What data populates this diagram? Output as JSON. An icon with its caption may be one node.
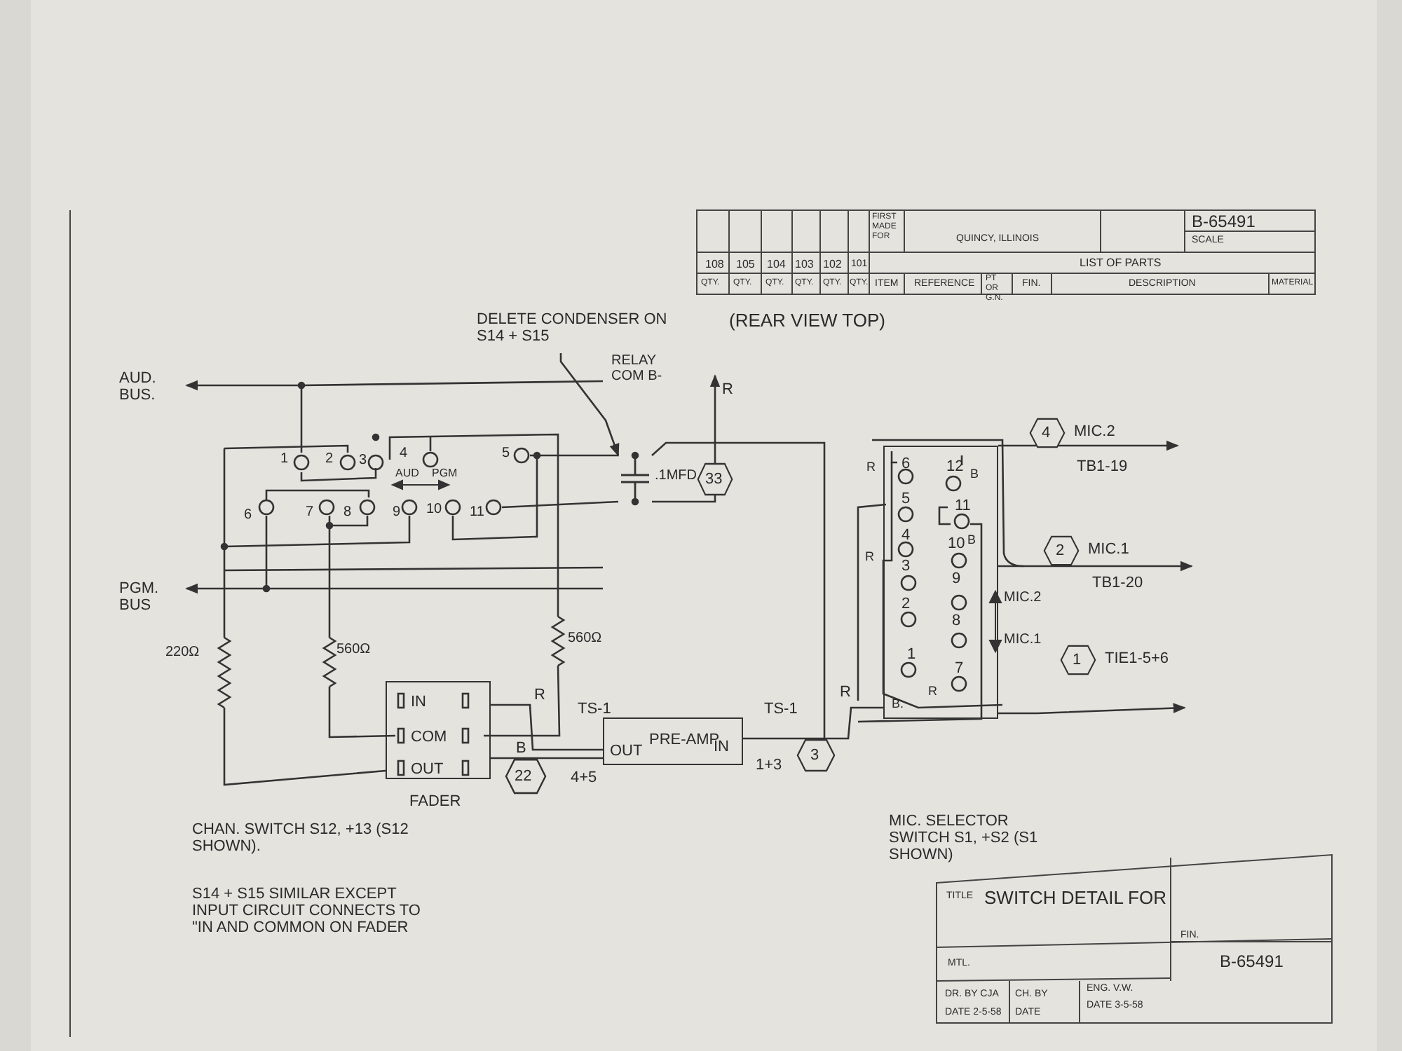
{
  "diagram": {
    "title": "SWITCH DETAIL FOR",
    "nodes": [
      {
        "text": [
          "AUD. BUS."
        ]
      },
      {
        "text": [
          "PGM. BUS"
        ]
      },
      {
        "text": [
          "DELETE CONDENSER ON S14 + S15"
        ]
      },
      {
        "text": [],
        "shape": "picture"
      },
      {
        "text": [
          "33"
        ]
      },
      {
        "text": [
          "IN",
          "COM",
          "OUT"
        ],
        "beside": [
          "FADER"
        ]
      },
      {
        "text": [
          "22"
        ]
      },
      {
        "text": [
          "OUT",
          "PRE-AMP",
          "IN"
        ],
        "beside": [
          "TS-1",
          "4+5",
          "TS-1",
          "1+3"
        ]
      },
      {
        "text": [
          "3"
        ]
      },
      {
        "text": [
          "6",
          "12",
          "5",
          "11",
          "4",
          "10",
          "3",
          "9",
          "2",
          "8",
          "1",
          "7"
        ],
        "beside": [
          "R",
          "R"
        ]
      },
      {
        "text": [
          "4"
        ],
        "beside": [
          "MIC.2"
        ]
      },
      {
        "text": [
          "2"
        ],
        "beside": [
          "MIC.1"
        ]
      },
      {
        "text": [
          "1"
        ],
        "beside": [
          "TIE1-5+6"
        ]
      }
    ],
    "edges": [
      {
        "from": 2,
        "to": 3,
        "arrow": "to"
      },
      {
        "from": null,
        "to": 0,
        "arrow": "to"
      },
      {
        "from": null,
        "to": 1,
        "arrow": "to"
      },
      {
        "from": 3,
        "to": null,
        "arrow": "to",
        "label": "R"
      },
      {
        "from": 5,
        "to": 7,
        "arrow": "none",
        "label": "B"
      },
      {
        "from": 5,
        "to": 7,
        "arrow": "none",
        "label": "R"
      },
      {
        "from": 7,
        "to": 9,
        "arrow": "none",
        "label": "R"
      },
      {
        "from": 9,
        "to": null,
        "arrow": "to",
        "label": "TB1-19"
      },
      {
        "from": 9,
        "to": null,
        "arrow": "to",
        "label": "TB1-20"
      },
      {
        "from": 9,
        "to": null,
        "arrow": "to"
      },
      {
        "from": 3,
        "to": 8,
        "arrow": "none"
      }
    ],
    "labels": [
      "108",
      "105",
      "104",
      "103",
      "102",
      "101",
      "QTY.",
      "QTY.",
      "QTY.",
      "QTY.",
      "QTY.",
      "QTY.",
      "ITEM",
      "FIRST MADE FOR",
      "QUINCY, ILLINOIS",
      "B-65491",
      "SCALE",
      "LIST OF PARTS",
      "REFERENCE",
      "PT OR G.N.",
      "FIN.",
      "DESCRIPTION",
      "MATERIAL",
      "(REAR VIEW TOP)",
      "RELAY COM B-",
      ".1MFD",
      "1",
      "2",
      "3",
      "4",
      "5",
      "6",
      "7",
      "8",
      "9",
      "10",
      "11",
      "AUD",
      "PGM",
      "220Ω",
      "560Ω",
      "560Ω",
      "MIC.2",
      "MIC.1",
      "B",
      "B",
      "B.",
      "R",
      "CHAN. SWITCH S12, +13 (S12 SHOWN).",
      "S14 + S15 SIMILAR EXCEPT INPUT CIRCUIT CONNECTS TO \"IN AND COMMON ON FADER",
      "MIC. SELECTOR SWITCH S1, +S2 (S1 SHOWN)",
      "TITLE",
      "FIN.",
      "MTL.",
      "DR. BY CJA",
      "DATE 2-5-58",
      "CH. BY",
      "DATE",
      "ENG. V.W.",
      "DATE 3-5-58",
      "B-65491"
    ]
  }
}
